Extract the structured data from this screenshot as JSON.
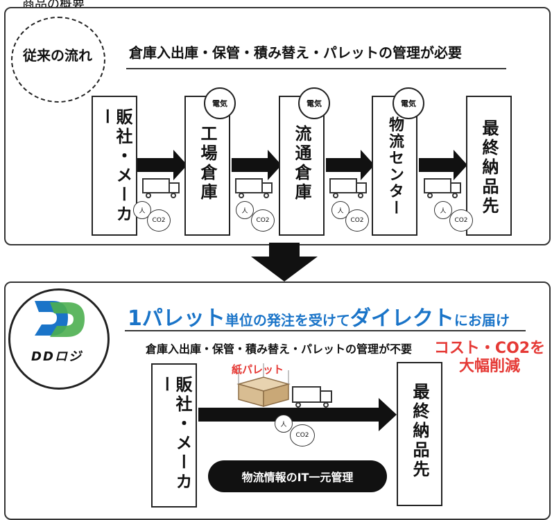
{
  "page_title": "商品の概要",
  "top": {
    "circle_label": "従来の流れ",
    "note": "倉庫入出庫・保管・積み替え・パレットの管理が必要",
    "nodes": [
      "販社・メーカー",
      "工場倉庫",
      "流通倉庫",
      "物流センター",
      "最終納品先"
    ],
    "electric": "電気",
    "person": "人",
    "co2": "CO2"
  },
  "bottom": {
    "logo_text": "DDロジ",
    "headline_a": "1パレット",
    "headline_b": "単位の発注を受けて",
    "headline_c": "ダイレクト",
    "headline_d": "にお届け",
    "note": "倉庫入出庫・保管・積み替え・パレットの管理が不要",
    "cost_line1": "コスト・CO2を",
    "cost_line2": "大幅削減",
    "paper_pallet": "紙パレット",
    "nodes": [
      "販社・メーカー",
      "最終納品先"
    ],
    "person": "人",
    "co2": "CO2",
    "it_label": "物流情報のIT一元管理"
  },
  "colors": {
    "accent_blue": "#1a74c8",
    "accent_green": "#4caf50",
    "accent_red": "#e53935"
  }
}
